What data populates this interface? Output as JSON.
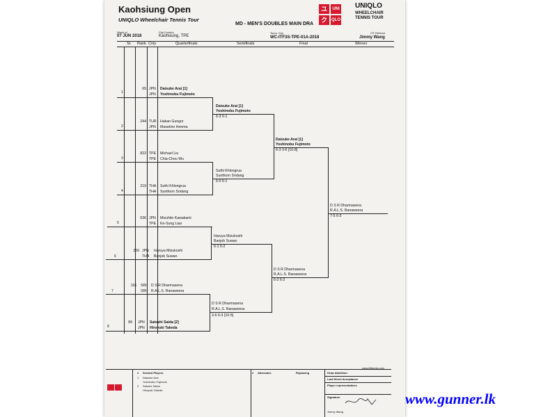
{
  "header": {
    "tournament": "Kaohsiung Open",
    "tour": "UNIQLO Wheelchair Tennis Tour",
    "draw_title": "MD - MEN'S DOUBLES MAIN DRA",
    "week_label": "Week of",
    "week_value": "07 JUN 2018",
    "city_label": "City,Country",
    "city_value": "Kaohsiung, TPE",
    "tourn_key_label": "Tourn. Key",
    "tourn_key_value": "WC-ITF3S-TPE-01A-2018",
    "referee_label": "ITF Referee",
    "referee_value": "Jimmy Wang"
  },
  "brand": {
    "logo_cells": [
      "ユ",
      "UNI",
      "ク",
      "QLO"
    ],
    "name": "UNIQLO",
    "sub1": "WHEELCHAIR",
    "sub2": "TENNIS TOUR"
  },
  "columns": {
    "st": "St.",
    "rank": "Rank",
    "cnty": "Cnty",
    "qf": "Quarterfinals",
    "sf": "Semifinals",
    "final": "Final",
    "winner": "Winner"
  },
  "entries": [
    {
      "seed": "1",
      "rank": "65",
      "c1": "JPN",
      "c2": "JPN",
      "p1": "Daisuke Arai [1]",
      "p2": "Yoshinobu Fujimoto"
    },
    {
      "seed": "2",
      "rank": "244",
      "c1": "TUR",
      "c2": "JPN",
      "p1": "Hakan Gungor",
      "p2": "Masahiro Honma"
    },
    {
      "seed": "3",
      "rank": "822",
      "c1": "TPE",
      "c2": "TPE",
      "p1": "Michael Liu",
      "p2": "Chia-Chou Wu"
    },
    {
      "seed": "4",
      "rank": "219",
      "c1": "THA",
      "c2": "THA",
      "p1": "Suthi Khlongrua",
      "p2": "Sunthorn Sridang"
    },
    {
      "seed": "5",
      "rank": "636",
      "c1": "JPN",
      "c2": "TPE",
      "p1": "Mizuhito Kawakami",
      "p2": "Ke-Sung Liao"
    },
    {
      "seed": "6",
      "rank": "260",
      "c1": "JPN",
      "c2": "THA",
      "p1": "Haruya Mizukoshi",
      "p2": "Banjob Suwan"
    },
    {
      "seed": "7",
      "rank": "116",
      "c1": "SRI",
      "c2": "SRI",
      "p1": "D S R Dharmasena",
      "p2": "R.A.L.S. Ranaweera"
    },
    {
      "seed": "8",
      "rank": "89",
      "c1": "JPN",
      "c2": "JPN",
      "p1": "Satoshi Saida [2]",
      "p2": "Hiroyuki Takeda"
    }
  ],
  "qf_results": [
    {
      "p1": "Daisuke Arai [1]",
      "p2": "Yoshinobu Fujimoto",
      "score": "6-3 6-1"
    },
    {
      "p1": "Suthi Khlongrua",
      "p2": "Sunthorn Sridang",
      "score": "6-0 6-1"
    },
    {
      "p1": "Haruya Mizukoshi",
      "p2": "Banjob Suwan",
      "score": "6-1 6-2"
    },
    {
      "p1": "D S R Dharmasena",
      "p2": "R.A.L.S. Ranaweera",
      "score": "3-6 6-3 [10-5]"
    }
  ],
  "sf_results": [
    {
      "p1": "Daisuke Arai [1]",
      "p2": "Yoshinobu Fujimoto",
      "score": "6-3 3-6 [10-8]"
    },
    {
      "p1": "D S R Dharmasena",
      "p2": "R.A.L.S. Ranaweera",
      "score": "6-2 6-2"
    }
  ],
  "final_result": {
    "p1": "D S R Dharmasena",
    "p2": "R.A.L.S. Ranaweera",
    "score": "7-5 6-3"
  },
  "footer": {
    "website": "www.itftennis.com",
    "seeded_hash": "#",
    "seeded_label": "Seeded Players",
    "seeded": [
      {
        "n": "1",
        "a": "Daisuke Arai",
        "b": "Yoshinobu Fujimoto"
      },
      {
        "n": "2",
        "a": "Satoshi Saida",
        "b": "Hiroyuki Takeda"
      }
    ],
    "alt_hash": "#",
    "alternates_label": "Alternates",
    "replacing_label": "Replacing",
    "draw_date_label": "Draw date/time:",
    "last_da_label": "Last Direct Acceptance",
    "player_rep_label": "Player representatives",
    "signature_label": "Signature",
    "referee_sign_label": "Jimmy Wang"
  },
  "watermark": "www.gunner.lk"
}
